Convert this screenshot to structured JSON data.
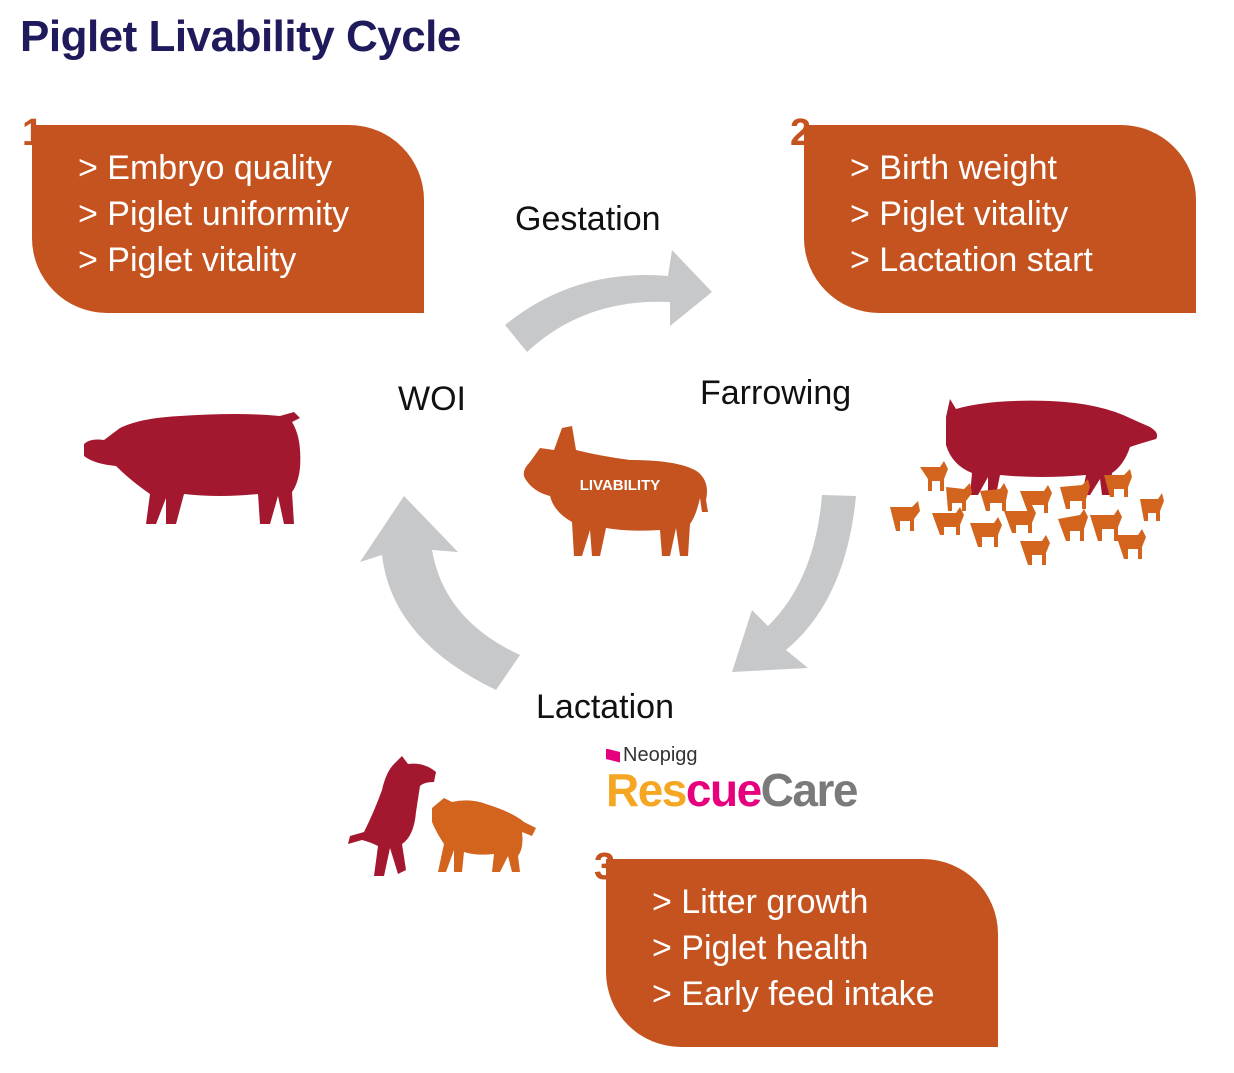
{
  "title": "Piglet Livability Cycle",
  "boxes": [
    {
      "number": "1",
      "items": [
        "> Embryo quality",
        "> Piglet uniformity",
        "> Piglet vitality"
      ]
    },
    {
      "number": "2",
      "items": [
        "> Birth weight",
        "> Piglet vitality",
        "> Lactation start"
      ]
    },
    {
      "number": "3",
      "items": [
        "> Litter growth",
        "> Piglet health",
        "> Early feed intake"
      ]
    }
  ],
  "stages": {
    "gestation": "Gestation",
    "farrowing": "Farrowing",
    "lactation": "Lactation",
    "woi": "WOI"
  },
  "center_label": "LIVABILITY",
  "brand": {
    "company": "Neopigg",
    "product_part1": "Res",
    "product_part2": "cue",
    "product_part3": "Care"
  },
  "colors": {
    "title": "#1f1a5c",
    "box": "#c5531f",
    "arrow": "#c7c8ca",
    "sow": "#a4182f",
    "piglet": "#d2641e",
    "center_pig": "#c5531f"
  },
  "icons": [
    "sow-silhouette",
    "sow-with-piglets",
    "piglets-playing",
    "livability-pig",
    "cycle-arrows"
  ]
}
